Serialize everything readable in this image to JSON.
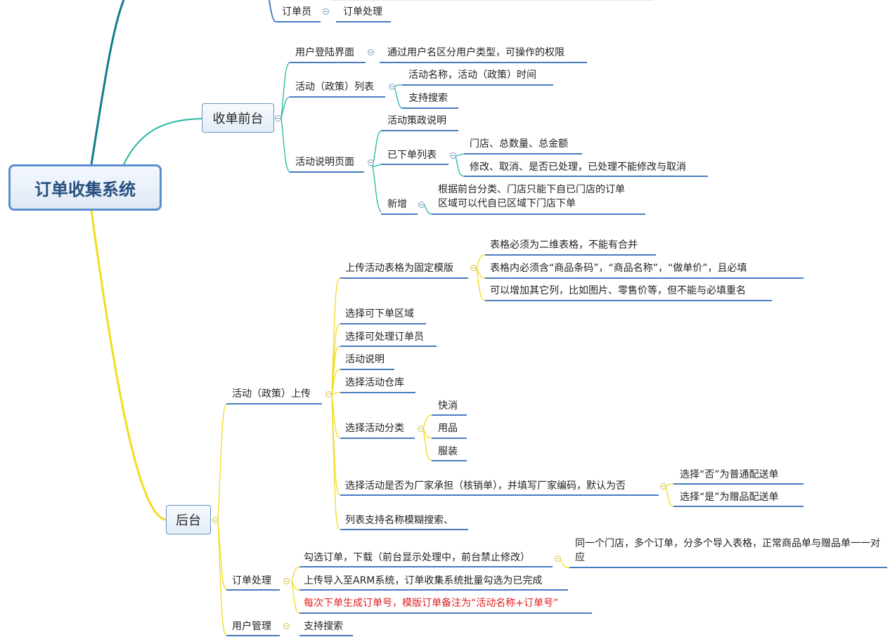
{
  "root": {
    "label": "订单收集系统"
  },
  "top": {
    "order_staff": "订单员",
    "order_process": "订单处理"
  },
  "front": {
    "label": "收单前台",
    "login": "用户登陆界面",
    "login_desc": "通过用户名区分用户类型，可操作的权限",
    "activity_list": "活动（政策）列表",
    "activity_name_time": "活动名称，活动（政策）时间",
    "support_search": "支持搜索",
    "activity_page": "活动说明页面",
    "policy_desc": "活动策政说明",
    "ordered_list": "已下单列表",
    "store_total": "门店、总数量、总金额",
    "modify_cancel": "修改、取消、是否已处理，已处理不能修改与取消",
    "new_add": "新增",
    "new_rule_1": "根据前台分类、门店只能下自已门店的订单",
    "new_rule_2": "区域可以代自已区域下门店下单"
  },
  "back": {
    "label": "后台",
    "upload": "活动（政策）上传",
    "template": "上传活动表格为固定模版",
    "tpl_rule_1": "表格必须为二维表格，不能有合并",
    "tpl_rule_2": "表格内必须含“商品条码”，“商品名称”，“做单价”，且必填",
    "tpl_rule_3": "可以增加其它列，比如图片、零售价等，但不能与必填重名",
    "select_region": "选择可下单区域",
    "select_staff": "选择可处理订单员",
    "activity_desc": "活动说明",
    "select_warehouse": "选择活动仓库",
    "select_category": "选择活动分类",
    "cat_1": "快消",
    "cat_2": "用品",
    "cat_3": "服装",
    "vendor": "选择活动是否为厂家承担（核销单），并填写厂家编码，默认为否",
    "vendor_no": "选择“否”为普通配送单",
    "vendor_yes": "选择“是”为赠品配送单",
    "fuzzy_search": "列表支持名称模糊搜索、",
    "order_process": "订单处理",
    "download": "勾选订单，下载（前台显示处理中，前台禁止修改）",
    "split_rule": "同一个门店，多个订单，分多个导入表格，正常商品单与赠品单一一对应",
    "upload_arm": "上传导入至ARM系统，订单收集系统批量勾选为已完成",
    "order_no": "每次下单生成订单号，模版订单备注为“活动名称+订单号”",
    "user_mgmt": "用户管理",
    "user_search": "支持搜索"
  },
  "colors": {
    "branch_top": "#0f7d8c",
    "branch_front": "#22b8a0",
    "branch_back": "#f2dc1e",
    "node_line": "#4a7bc0",
    "highlight_text": "#e02020"
  }
}
